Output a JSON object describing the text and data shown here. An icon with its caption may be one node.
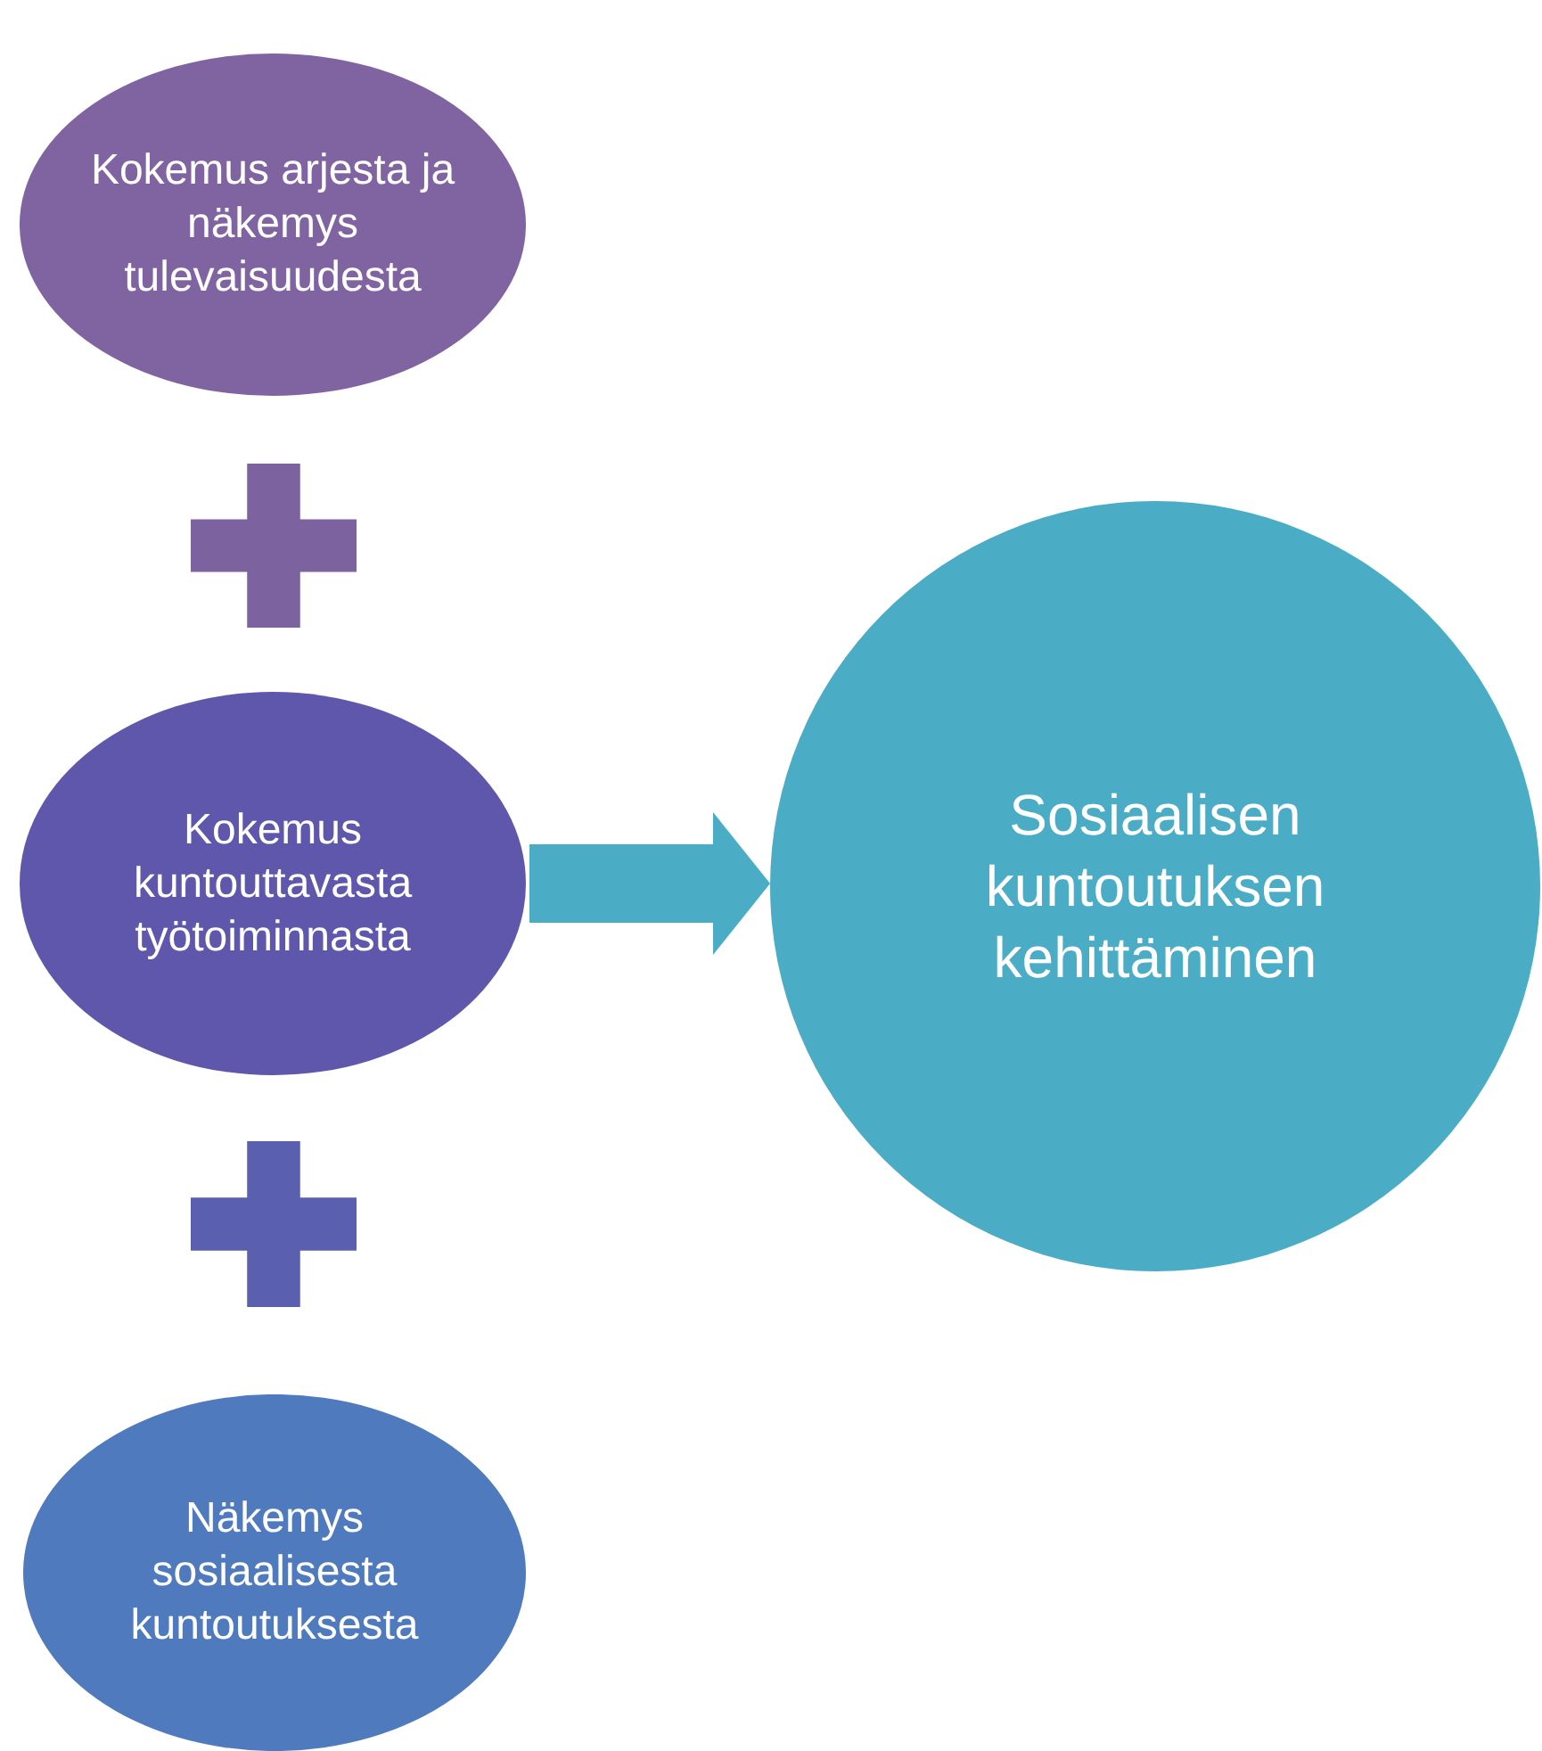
{
  "diagram": {
    "nodes": [
      {
        "text": [
          "Kokemus arjesta ja näkemys tulevaisuudesta"
        ]
      },
      {
        "text": [],
        "shape": "plus"
      },
      {
        "text": [
          "Kokemus kuntouttavasta työtoiminnasta"
        ]
      },
      {
        "text": [],
        "shape": "plus"
      },
      {
        "text": [
          "Näkemys sosiaalisesta kuntoutuksesta"
        ]
      },
      {
        "text": [
          "Sosiaalisen kuntoutuksen kehittäminen"
        ]
      }
    ],
    "edges": [
      {
        "from": 2,
        "to": 5,
        "arrow": "to"
      }
    ]
  }
}
